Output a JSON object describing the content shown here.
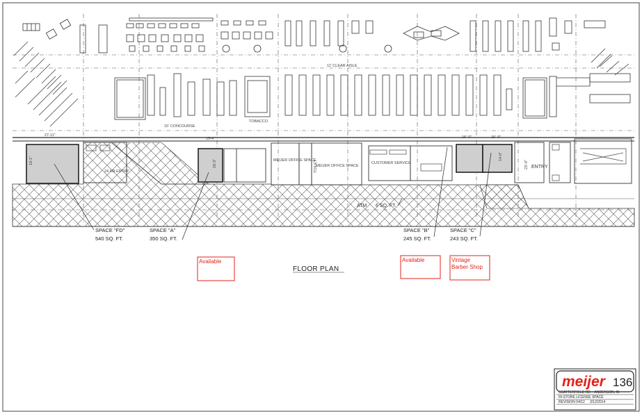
{
  "aisle_label": "11' CLEAR AISLE",
  "concourse_label": "15' CONCOURSE",
  "tobacco_label": "TOBACCO",
  "dims": {
    "fd_width": "27-11\"",
    "fd_depth": "19-1\"",
    "a_width": "15-4\"",
    "a_depth": "18-3\"",
    "b_width": "15'-0\"",
    "c_width": "15'-0\"",
    "c_depth": "14-0\"",
    "entry_depth": "23'-0\""
  },
  "rooms": {
    "entry_left": "24 HR ENTRY",
    "meijer_office_1": "MEIJER OFFICE SPACE",
    "meijer_office_2": "MEIJER OFFICE SPACE",
    "customer_service": "CUSTOMER SERVICE",
    "entry_right": "ENTRY",
    "small_room": "TOILET",
    "atm": "ATM",
    "atm_area": "6 SQ. FT."
  },
  "spaces": [
    {
      "name": "SPACE \"FD\"",
      "area": "540 SQ. FT."
    },
    {
      "name": "SPACE \"A\"",
      "area": "350 SQ. FT."
    },
    {
      "name": "SPACE \"B\"",
      "area": "245 SQ. FT."
    },
    {
      "name": "SPACE \"C\"",
      "area": "243 SQ. FT."
    }
  ],
  "availability": [
    {
      "label": "Available"
    },
    {
      "label": "Available"
    },
    {
      "label": "Vintage Barber Shop"
    }
  ],
  "plan_title": "FLOOR PLAN",
  "title_block": {
    "logo": "meijer",
    "store_number": "136",
    "address": "SCATTERFIELD RD. • ANDERSON, IN",
    "description": "IN-STORE LICENSE SPACE",
    "revision": "REVISION 04/12",
    "date": "3/12/2014"
  },
  "colors": {
    "leased_fill": "#cfcfcf",
    "accent_red": "#e2231a",
    "line": "#333333"
  }
}
